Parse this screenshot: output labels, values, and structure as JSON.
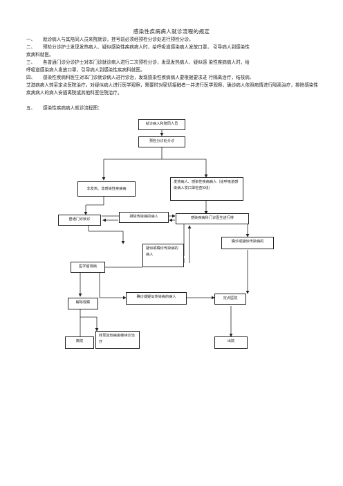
{
  "title": "感染性疾病病人就诊流程的规定",
  "items": [
    {
      "num": "一、",
      "text": "就诊病人与其陪同人员来院就诊，挂号前必须经预检分诊处进行预检分诊。",
      "cont": ""
    },
    {
      "num": "二、",
      "text": "预检分诊护士发现发热病人、疑似感染性疾病病人时，给呼吸道感染病人发放口罩，  引导病人到感染性",
      "cont": "疾病科就医。"
    },
    {
      "num": "三、",
      "text": "各普通门诊分诊护士对本门诊就诊病人进行二次预检分诊，发现发热病人、疑似感  染性疾病病人时，给",
      "cont": "呼吸道感染病人发放口罩，引导病人到感染性疾病科就医。"
    },
    {
      "num": "四、",
      "text": "感染性疾病科医生对本门诊就诊病人进行诊治，发现感染性疾病病人要根据要求进  行隔离治疗，结核病、",
      "cont": "艾滋病病人转至定点医院治疗。对疑似病人进行医学观察，需要时对密切接触者一并进行医学观察，确诊病人依照病情进行隔离治疗，排除感染性疾病病人的病人安插离院或其他科室住院治疗。"
    },
    {
      "num": "五、",
      "text": "感染性疾病病人就诊流程图：",
      "cont": ""
    }
  ],
  "flow": {
    "patient": "就诊病人和陪同人员",
    "triage": "预检分诊处分诊",
    "non_infectious": "非发热、非感染性疾病病",
    "fever": "发热病人、感染性疾病病人（给呼吸道感染病人发口罩检查X线）",
    "general_clinic": "普通门诊就诊",
    "excluded": "排除传染病的病人",
    "infect_dept": "感染疾病科门诊医生进行排",
    "confirmed_suspected": "确诊或疑似传染病的",
    "suspected": "疑似或确诊传染病的病人",
    "observation": "医学留观病",
    "confirmed_transfer": "确诊或疑似传染病的病人",
    "designated": "定点医院",
    "released": "解除观察",
    "leave": "离院",
    "transfer_other": "转至其他病房继续诊治疗",
    "discharged": "出院"
  }
}
